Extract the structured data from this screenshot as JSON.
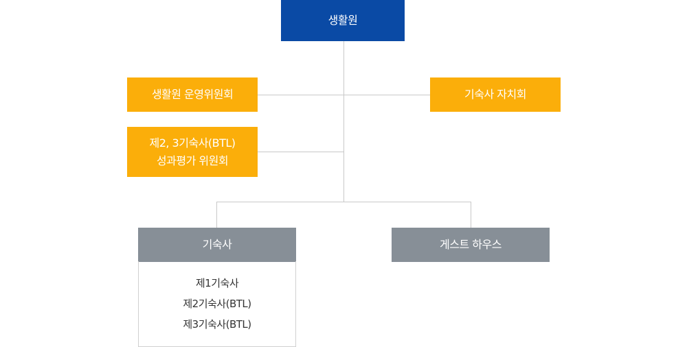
{
  "org_chart": {
    "root": {
      "label": "생활원"
    },
    "committee": {
      "label": "생활원 운영위원회"
    },
    "student_council": {
      "label": "기숙사 자치회"
    },
    "evaluation": {
      "line1": "제2, 3기숙사(BTL)",
      "line2": "성과평가 위원회"
    },
    "dormitory": {
      "label": "기숙사",
      "items": [
        "제1기숙사",
        "제2기숙사(BTL)",
        "제3기숙사(BTL)"
      ]
    },
    "guest_house": {
      "label": "게스트 하우스"
    }
  },
  "colors": {
    "root": "#0a4aa5",
    "orange": "#fbae0a",
    "gray": "#878f97",
    "connector": "#c8c8c8",
    "list_border": "#d0d0d0",
    "list_text": "#333333"
  }
}
